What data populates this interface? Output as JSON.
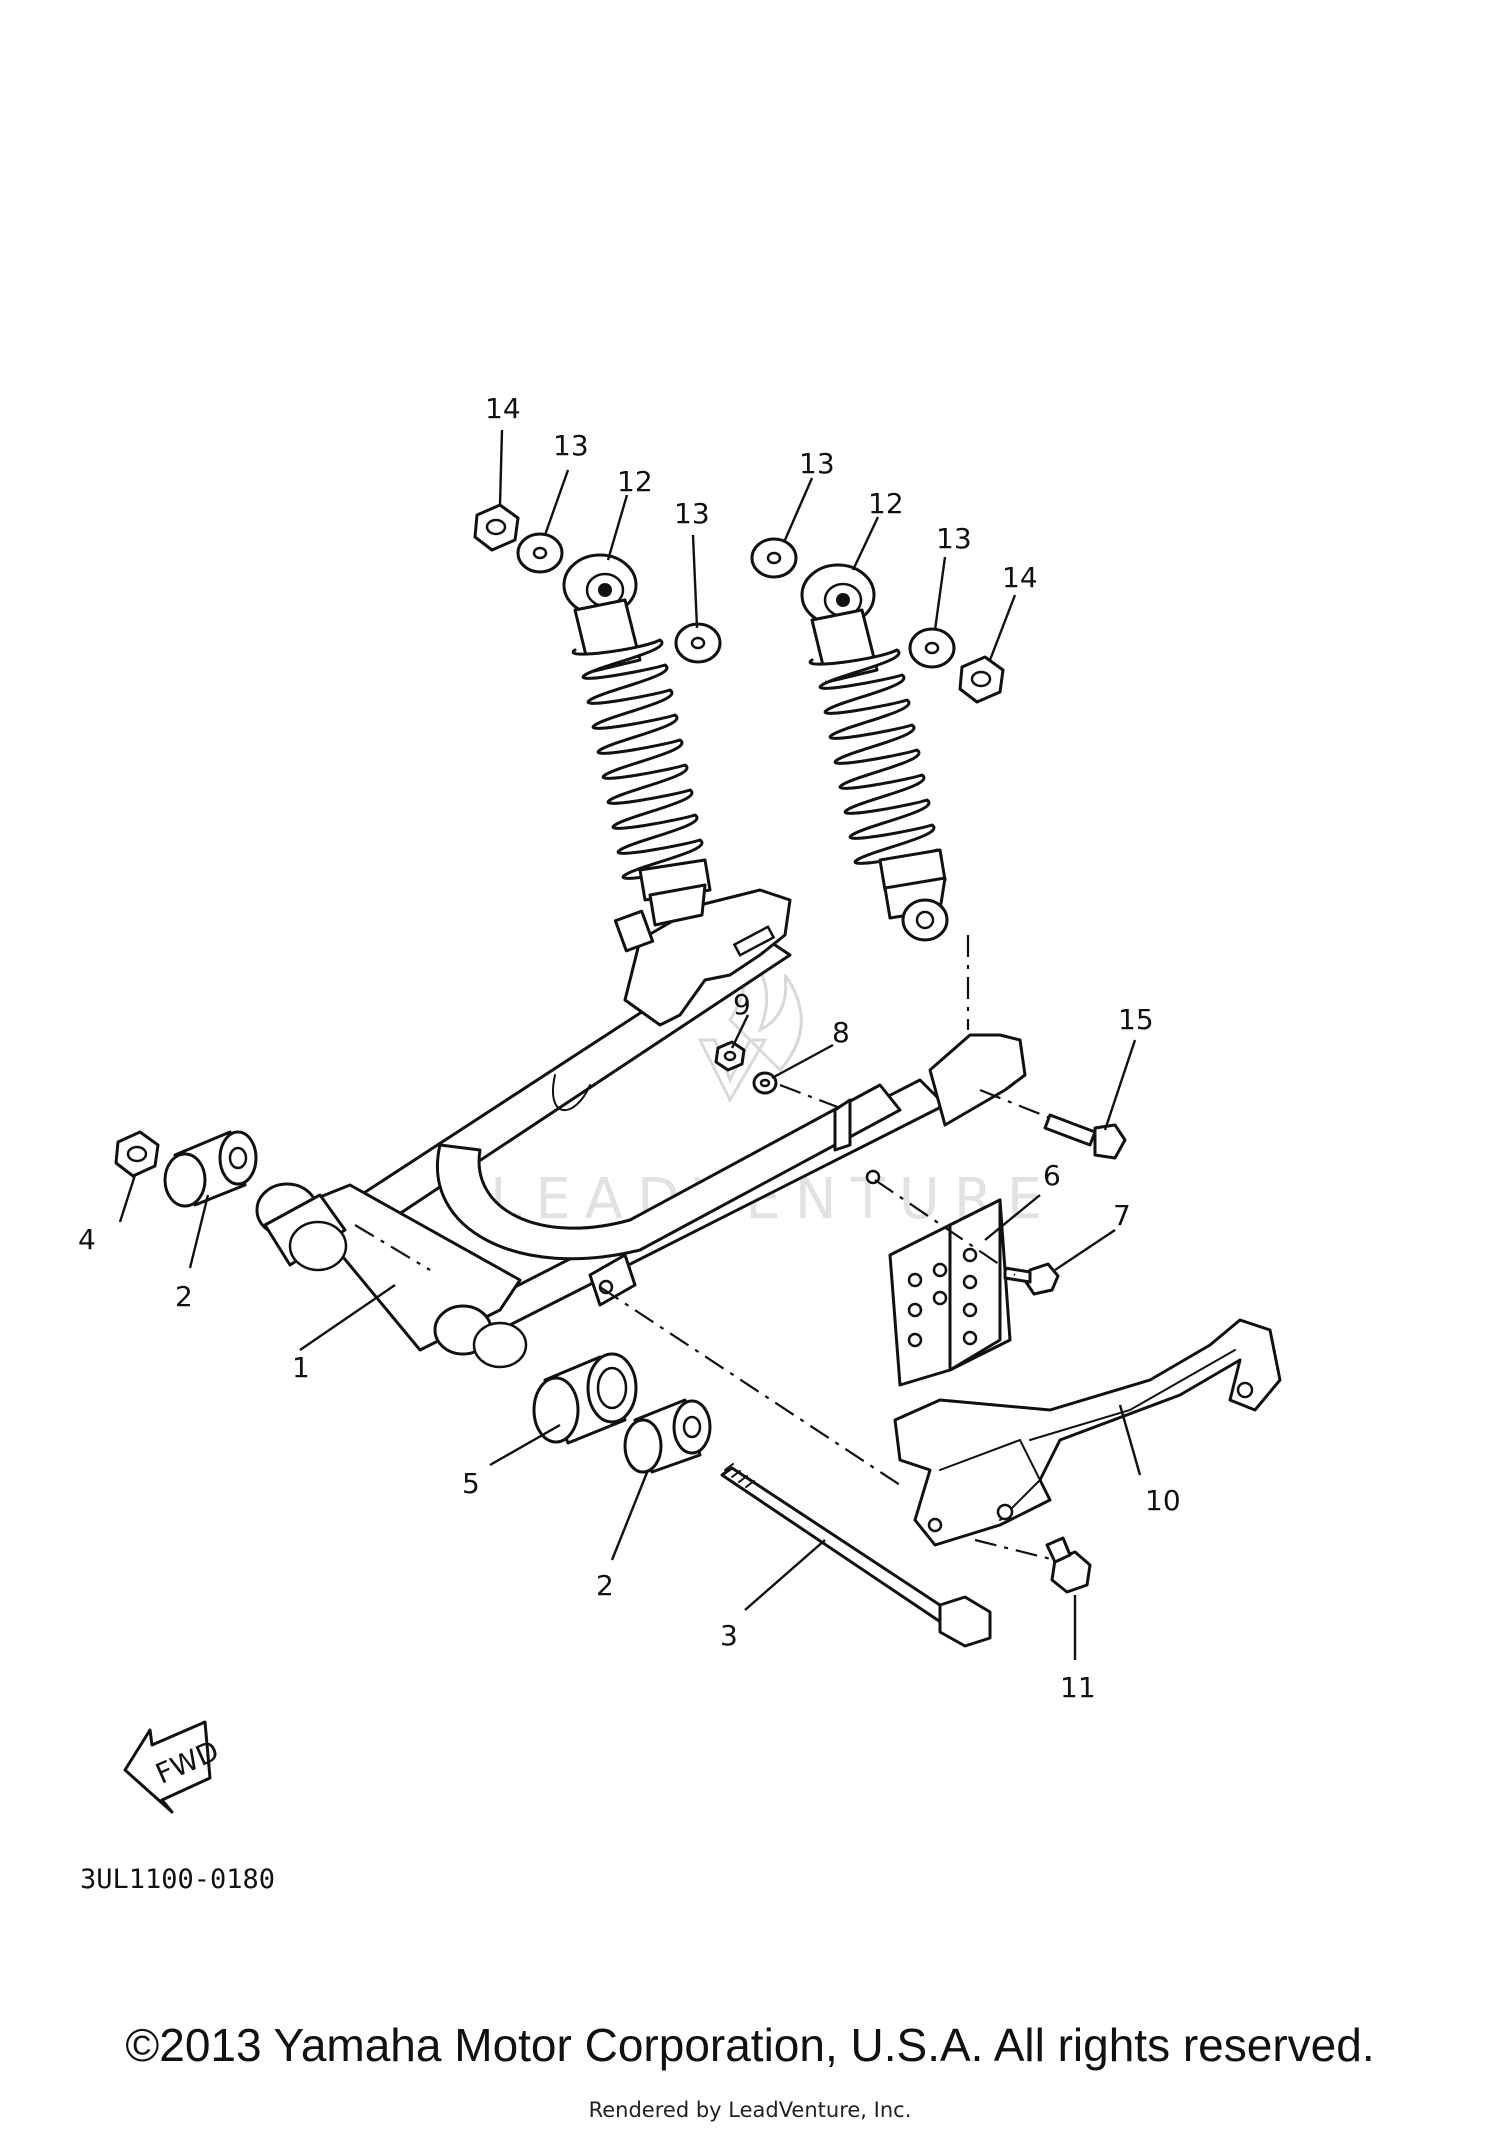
{
  "callouts": [
    "1",
    "2",
    "2",
    "3",
    "4",
    "5",
    "6",
    "7",
    "8",
    "9",
    "10",
    "11",
    "12",
    "12",
    "13",
    "13",
    "13",
    "13",
    "14",
    "14",
    "15"
  ],
  "watermark": {
    "text": "LEADVENTURE"
  },
  "fwd_label": "FWD",
  "diagram_code": "3UL1100-0180",
  "footer": {
    "copyright": "©2013 Yamaha Motor Corporation, U.S.A. All rights reserved.",
    "rendered_by": "Rendered by LeadVenture, Inc."
  }
}
